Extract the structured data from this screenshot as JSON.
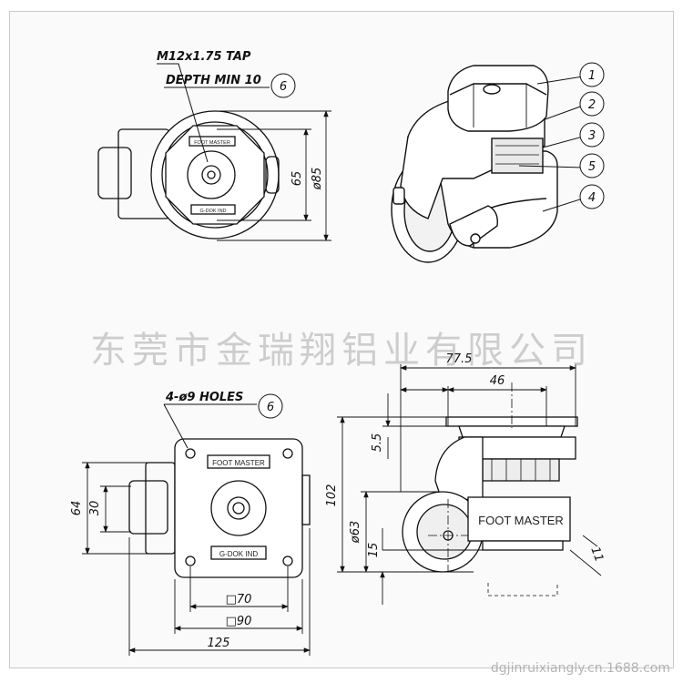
{
  "watermark": "东莞市金瑞翔铝业有限公司",
  "source": "dgjinruixiangly.cn.1688.com",
  "top_view": {
    "tap_note": "M12x1.75 TAP",
    "depth_note": "DEPTH MIN 10",
    "callout": "6",
    "dim_65": "65",
    "dim_85": "ø85",
    "plate_top": "FOOT MASTER",
    "plate_bottom": "G-DOK IND"
  },
  "iso_view": {
    "callouts": [
      "1",
      "2",
      "3",
      "5",
      "4"
    ]
  },
  "base_view": {
    "holes_note": "4-ø9 HOLES",
    "callout": "6",
    "plate_top": "FOOT MASTER",
    "plate_bottom": "G-DOK IND",
    "dim_64": "64",
    "dim_30": "30",
    "dim_70": "□70",
    "dim_90": "□90",
    "dim_125": "125"
  },
  "side_view": {
    "brand": "FOOT MASTER",
    "dim_77_5": "77.5",
    "dim_46": "46",
    "dim_5_5": "5.5",
    "dim_102": "102",
    "dim_63": "ø63",
    "dim_15": "15",
    "dim_11": "11"
  }
}
